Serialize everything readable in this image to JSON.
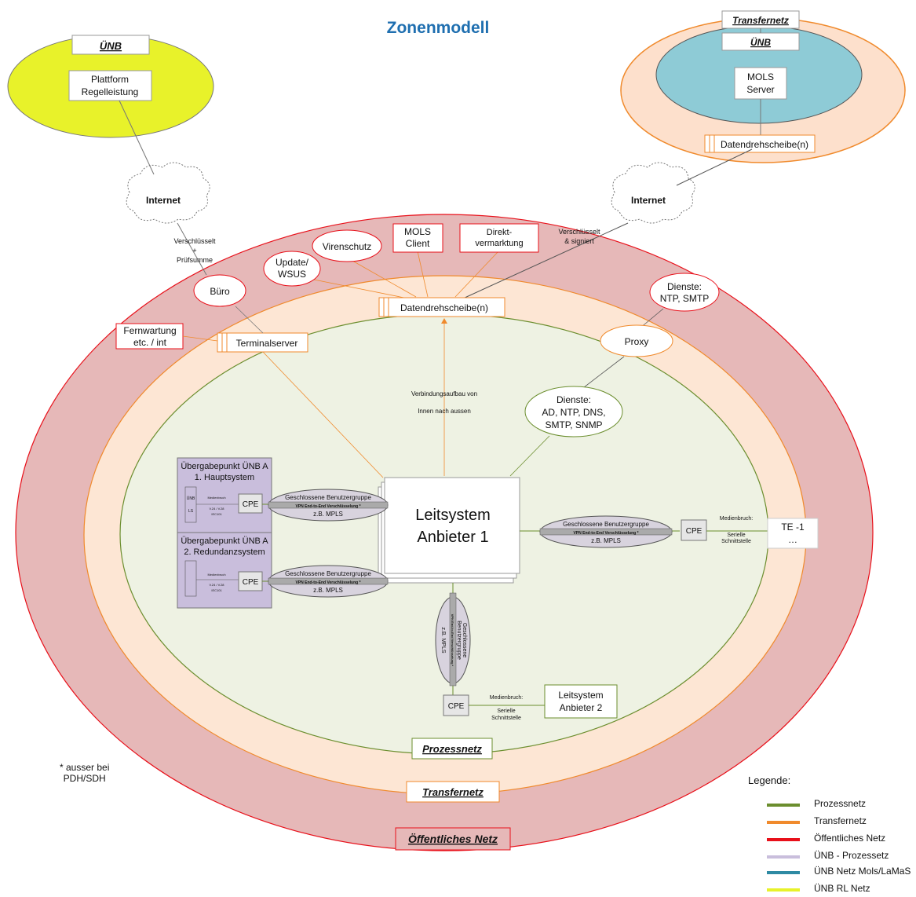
{
  "title": "Zonenmodell",
  "colors": {
    "prozessnetz": "#6b8e2e",
    "transfernetz": "#f08a2c",
    "oeffentlich": "#e8101a",
    "uenb_prozess": "#c9bedc",
    "uenb_mols": "#2e8aa3",
    "uenb_rl": "#e8f22a"
  },
  "uenb_left": {
    "header": "ÜNB",
    "box": "Plattform Regelleistung"
  },
  "uenb_right": {
    "outer_label": "Transfernetz",
    "inner_label": "ÜNB",
    "server": "MOLS Server",
    "hub": "Datendrehscheibe(n)"
  },
  "internet_left": "Internet",
  "internet_right": "Internet",
  "conn_left": {
    "l1": "Verschlüsselt",
    "l2": "+",
    "l3": "Prüfsumme"
  },
  "conn_right": {
    "l1": "Verschlüsselt",
    "l2": "& signiert"
  },
  "public_ring": {
    "label": "Öffentliches Netz",
    "virenschutz": "Virenschutz",
    "mols_client": {
      "l1": "MOLS",
      "l2": "Client"
    },
    "direktvermarktung": {
      "l1": "Direkt-",
      "l2": "vermarktung"
    },
    "update": {
      "l1": "Update/",
      "l2": "WSUS"
    },
    "buero": "Büro",
    "fernwartung": {
      "l1": "Fernwartung",
      "l2": "etc. / int"
    },
    "dienste": {
      "l1": "Dienste:",
      "l2": "NTP, SMTP"
    }
  },
  "transfer_ring": {
    "label": "Transfernetz",
    "hub": "Datendrehscheibe(n)",
    "terminalserver": "Terminalserver",
    "proxy": "Proxy"
  },
  "process_zone": {
    "label": "Prozessnetz",
    "verbindung": {
      "l1": "Verbindungsaufbau von",
      "l2": "Innen nach aussen"
    },
    "dienste": {
      "l1": "Dienste:",
      "l2": "AD, NTP, DNS,",
      "l3": "SMTP, SNMP"
    },
    "leitsystem": {
      "l1": "Leitsystem",
      "l2": "Anbieter 1"
    },
    "leitsystem2": {
      "l1": "Leitsystem",
      "l2": "Anbieter 2"
    },
    "te": {
      "l1": "TE -1",
      "l2": "…"
    }
  },
  "uebergabe1": {
    "l1": "Übergabepunkt ÜNB A",
    "l2": "1. Hauptsystem",
    "uenb": "ÜNB",
    "ls": "LS",
    "medienbruch": "Medienbruch",
    "proto1": "V.24 / V.28",
    "proto2": "IEC101"
  },
  "uebergabe2": {
    "l1": "Übergabepunkt ÜNB A",
    "l2": "2. Redundanzsystem",
    "medienbruch": "Medienbruch",
    "proto1": "V.24 / V.28",
    "proto2": "IEC101"
  },
  "cpe": "CPE",
  "vpn": {
    "group": "Geschlossene Benutzergruppe",
    "vpn": "VPN End-to-End Verschlüsselung *",
    "mpls": "z.B. MPLS"
  },
  "vpn_vertical": {
    "l1": "Geschlossene",
    "l2": "Benutzergruppe",
    "vpn": "VPN End-to-End Verschlüsselung *",
    "mpls": "z.B. MPLS"
  },
  "medienbruch_right": {
    "l1": "Medienbruch:",
    "l2": "Serielle",
    "l3": "Schnittstelle"
  },
  "medienbruch_bottom": {
    "l1": "Medienbruch:",
    "l2": "Serielle",
    "l3": "Schnittstelle"
  },
  "footnote": {
    "l1": "* ausser bei",
    "l2": "PDH/SDH"
  },
  "legend": {
    "title": "Legende:",
    "items": [
      {
        "label": "Prozessnetz",
        "color": "#6b8e2e"
      },
      {
        "label": "Transfernetz",
        "color": "#f08a2c"
      },
      {
        "label": "Öffentliches Netz",
        "color": "#e8101a"
      },
      {
        "label": "ÜNB - Prozessetz",
        "color": "#c9bedc"
      },
      {
        "label": "ÜNB Netz Mols/LaMaS",
        "color": "#2e8aa3"
      },
      {
        "label": "ÜNB RL Netz",
        "color": "#e8f22a"
      }
    ]
  }
}
